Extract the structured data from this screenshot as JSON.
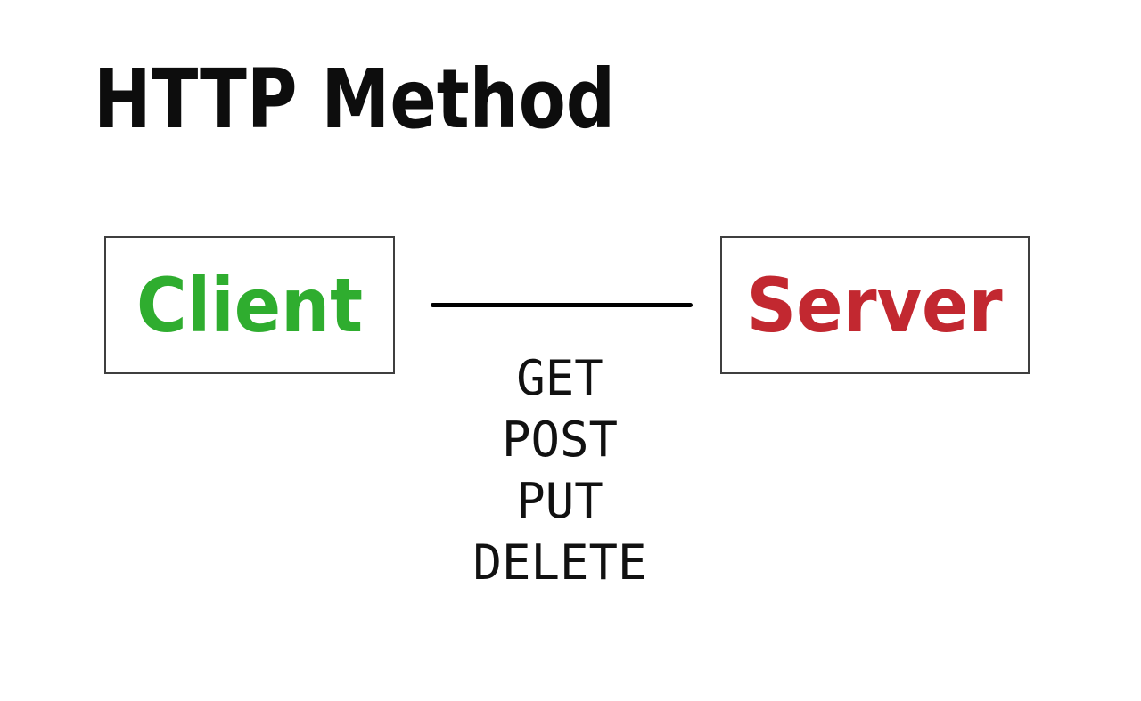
{
  "title": "HTTP Method",
  "nodes": {
    "client": {
      "label": "Client",
      "color": "#2fad2f"
    },
    "server": {
      "label": "Server",
      "color": "#c22830"
    }
  },
  "connection": {
    "line_color": "#000000",
    "methods": [
      "GET",
      "POST",
      "PUT",
      "DELETE"
    ]
  }
}
